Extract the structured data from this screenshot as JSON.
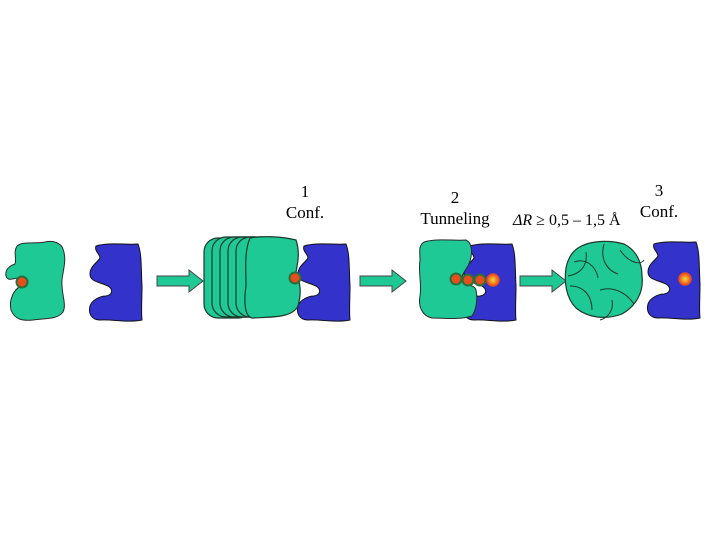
{
  "steps": [
    {
      "number": "1",
      "label": "Conf."
    },
    {
      "number": "2",
      "label": "Tunneling"
    },
    {
      "number": "3",
      "label": "Conf."
    }
  ],
  "equation": {
    "lhs": "ΔR",
    "relation": "≥",
    "value": "0,5 – 1,5",
    "unit": "Å"
  },
  "colors": {
    "donor_protein": "#1ec995",
    "acceptor_protein": "#3333cc",
    "electron_fill": "#e84d1c",
    "electron_ring": "#2b6e3a",
    "acceptor_electron_glow": "#f7e13a",
    "arrow_fill": "#1ec995"
  }
}
